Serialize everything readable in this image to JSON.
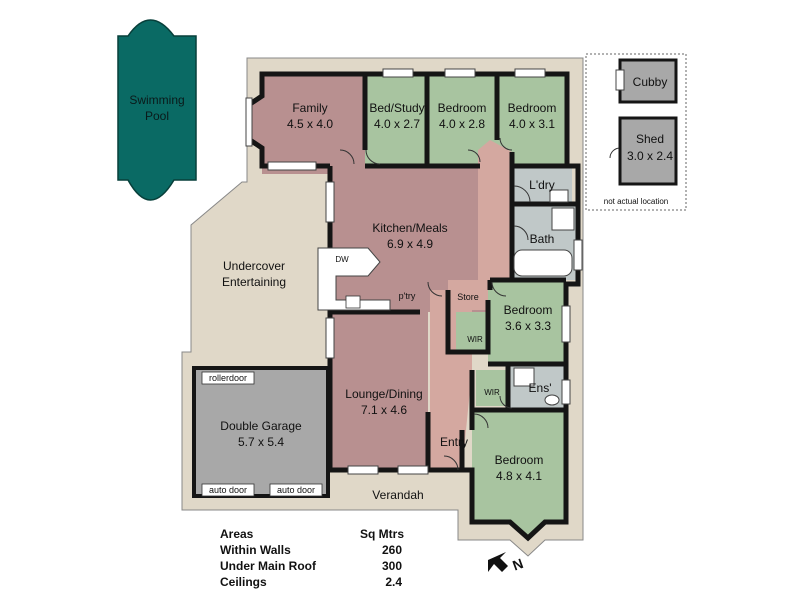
{
  "pool": {
    "line1": "Swimming",
    "line2": "Pool"
  },
  "rooms": {
    "family": {
      "name": "Family",
      "dims": "4.5 x 4.0"
    },
    "bed_study": {
      "name": "Bed/Study",
      "dims": "4.0 x 2.7"
    },
    "bedroom_a": {
      "name": "Bedroom",
      "dims": "4.0 x 2.8"
    },
    "bedroom_b": {
      "name": "Bedroom",
      "dims": "4.0 x 3.1"
    },
    "kitchen": {
      "name": "Kitchen/Meals",
      "dims": "6.9 x 4.9"
    },
    "laundry": {
      "name": "L'dry"
    },
    "bath": {
      "name": "Bath"
    },
    "undercover": {
      "line1": "Undercover",
      "line2": "Entertaining"
    },
    "pantry": {
      "name": "p'try"
    },
    "store": {
      "name": "Store"
    },
    "bedroom_c": {
      "name": "Bedroom",
      "dims": "3.6 x 3.3"
    },
    "wir_a": {
      "name": "WIR"
    },
    "wir_b": {
      "name": "WIR"
    },
    "ensuite": {
      "name": "Ens'"
    },
    "lounge": {
      "name": "Lounge/Dining",
      "dims": "7.1 x 4.6"
    },
    "entry": {
      "name": "Entry"
    },
    "master": {
      "name": "Bedroom",
      "dims": "4.8 x 4.1"
    },
    "garage": {
      "name": "Double Garage",
      "dims": "5.7 x 5.4"
    },
    "verandah": {
      "name": "Verandah"
    }
  },
  "garage_doors": {
    "rollerdoor": "rollerdoor",
    "auto1": "auto door",
    "auto2": "auto door"
  },
  "appliance": {
    "dw": "DW"
  },
  "outbuildings": {
    "cubby": {
      "name": "Cubby"
    },
    "shed": {
      "name": "Shed",
      "dims": "3.0 x 2.4"
    },
    "note": "not actual location"
  },
  "areas": {
    "header_label": "Areas",
    "header_unit": "Sq Mtrs",
    "rows": [
      {
        "label": "Within Walls",
        "value": "260"
      },
      {
        "label": "Under Main Roof",
        "value": "300"
      },
      {
        "label": "Ceilings",
        "value": "2.4"
      }
    ]
  },
  "compass": {
    "letter": "N"
  },
  "colors": {
    "wall": "#151515",
    "living": "#b89090",
    "bed": "#a8c4a0",
    "wet": "#c0c8c8",
    "garage": "#a8a8a8",
    "outdoor": "#e0d8c8",
    "hall": "#d4a8a0",
    "pool": "#0a6a64"
  }
}
